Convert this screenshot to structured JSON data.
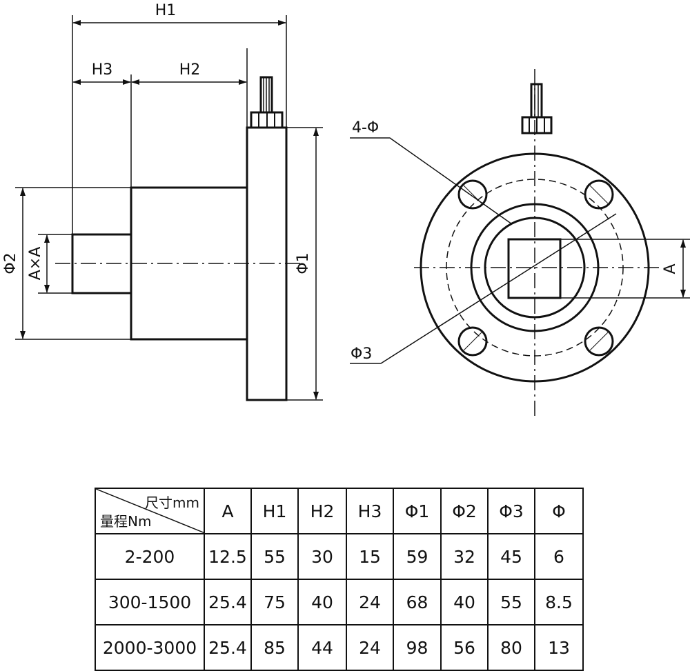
{
  "labels": {
    "h1": "H1",
    "h2": "H2",
    "h3": "H3",
    "phi1": "Φ1",
    "phi2": "Φ2",
    "phi3": "Φ3",
    "axa": "A×A",
    "a": "A",
    "four_phi": "4-Φ"
  },
  "table": {
    "corner_top": "尺寸mm",
    "corner_bottom": "量程Nm",
    "headers": [
      "A",
      "H1",
      "H2",
      "H3",
      "Φ1",
      "Φ2",
      "Φ3",
      "Φ"
    ],
    "rows": [
      {
        "range": "2-200",
        "values": [
          "12.5",
          "55",
          "30",
          "15",
          "59",
          "32",
          "45",
          "6"
        ]
      },
      {
        "range": "300-1500",
        "values": [
          "25.4",
          "75",
          "40",
          "24",
          "68",
          "40",
          "55",
          "8.5"
        ]
      },
      {
        "range": "2000-3000",
        "values": [
          "25.4",
          "85",
          "44",
          "24",
          "98",
          "56",
          "80",
          "13"
        ]
      }
    ]
  }
}
